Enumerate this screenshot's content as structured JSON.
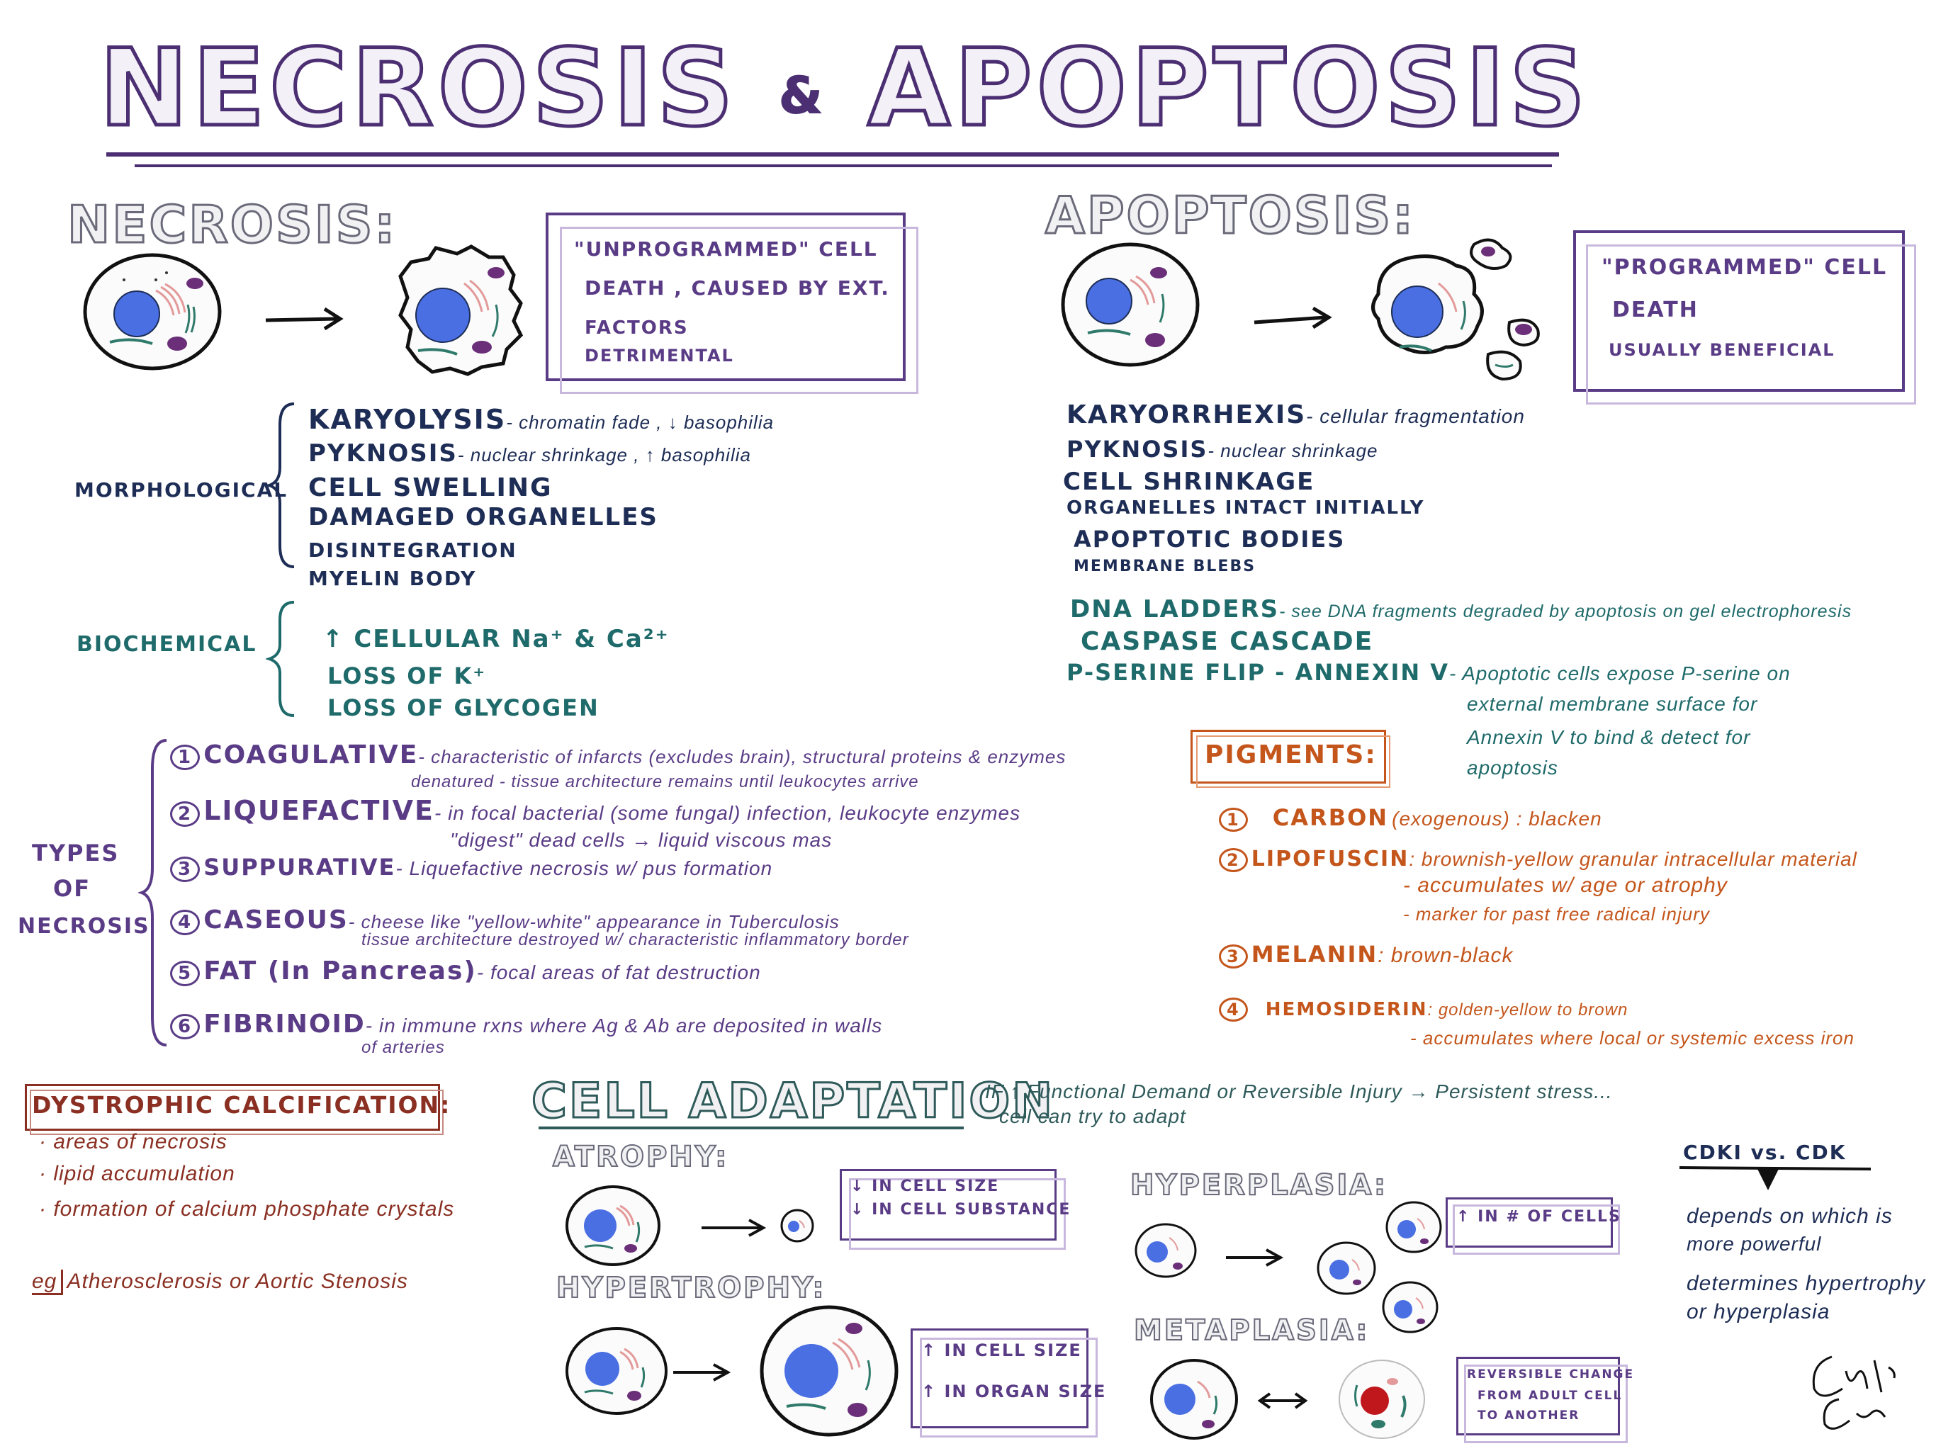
{
  "title": {
    "left": "NECROSIS",
    "amp": "&",
    "right": "APOPTOSIS"
  },
  "necrosis": {
    "heading": "NECROSIS:",
    "box": [
      "\"UNPROGRAMMED\" CELL",
      "DEATH , CAUSED BY EXT.",
      "FACTORS",
      "DETRIMENTAL"
    ],
    "morph_label": "MORPHOLOGICAL",
    "morph": [
      {
        "term": "KARYOLYSIS",
        "desc": "- chromatin fade , ↓ basophilia"
      },
      {
        "term": "PYKNOSIS",
        "desc": "- nuclear shrinkage , ↑ basophilia"
      },
      {
        "term": "CELL SWELLING",
        "desc": ""
      },
      {
        "term": "DAMAGED ORGANELLES",
        "desc": ""
      },
      {
        "term": "DISINTEGRATION",
        "desc": ""
      },
      {
        "term": "MYELIN BODY",
        "desc": ""
      }
    ],
    "bio_label": "BIOCHEMICAL",
    "bio": [
      "↑ CELLULAR Na⁺ & Ca²⁺",
      "LOSS OF K⁺",
      "LOSS OF GLYCOGEN"
    ]
  },
  "apoptosis": {
    "heading": "APOPTOSIS:",
    "box": [
      "\"PROGRAMMED\" CELL",
      "DEATH",
      "USUALLY BENEFICIAL"
    ],
    "morph": [
      {
        "term": "KARYORRHEXIS",
        "desc": "- cellular fragmentation"
      },
      {
        "term": "PYKNOSIS",
        "desc": "- nuclear shrinkage"
      },
      {
        "term": "CELL SHRINKAGE",
        "desc": ""
      },
      {
        "term": "ORGANELLES INTACT INITIALLY",
        "desc": ""
      },
      {
        "term": "APOPTOTIC BODIES",
        "desc": ""
      },
      {
        "term": "MEMBRANE BLEBS",
        "desc": ""
      }
    ],
    "bio": [
      {
        "term": "DNA LADDERS",
        "desc": "- see DNA fragments degraded by apoptosis on gel electrophoresis"
      },
      {
        "term": "CASPASE CASCADE",
        "desc": ""
      },
      {
        "term": "P-SERINE FLIP - ANNEXIN V",
        "desc": "- Apoptotic cells expose P-serine on"
      }
    ],
    "annexin_cont": [
      "external membrane surface for",
      "Annexin V to bind & detect for",
      "apoptosis"
    ]
  },
  "types": {
    "label": [
      "TYPES",
      "OF",
      "NECROSIS"
    ],
    "items": [
      {
        "num": "1",
        "term": "COAGULATIVE",
        "desc": "- characteristic of infarcts (excludes brain), structural proteins & enzymes",
        "sub": "denatured - tissue architecture remains until leukocytes arrive"
      },
      {
        "num": "2",
        "term": "LIQUEFACTIVE",
        "desc": "- in focal bacterial (some fungal) infection, leukocyte enzymes",
        "sub": "\"digest\" dead cells → liquid viscous mas"
      },
      {
        "num": "3",
        "term": "SUPPURATIVE",
        "desc": "- Liquefactive necrosis w/ pus formation",
        "sub": ""
      },
      {
        "num": "4",
        "term": "CASEOUS",
        "desc": "- cheese like \"yellow-white\" appearance in Tuberculosis",
        "sub": "tissue architecture destroyed w/ characteristic inflammatory border"
      },
      {
        "num": "5",
        "term": "FAT (In Pancreas)",
        "desc": "- focal areas of fat destruction",
        "sub": ""
      },
      {
        "num": "6",
        "term": "FIBRINOID",
        "desc": "- in immune rxns where Ag & Ab are deposited in walls",
        "sub": "of arteries"
      }
    ]
  },
  "pigments": {
    "heading": "PIGMENTS:",
    "items": [
      {
        "num": "1",
        "term": "CARBON",
        "desc": "(exogenous) : blacken",
        "subs": []
      },
      {
        "num": "2",
        "term": "LIPOFUSCIN",
        "desc": ": brownish-yellow granular intracellular material",
        "subs": [
          "- accumulates w/ age or atrophy",
          "- marker for past free radical injury"
        ]
      },
      {
        "num": "3",
        "term": "MELANIN",
        "desc": ": brown-black",
        "subs": []
      },
      {
        "num": "4",
        "term": "HEMOSIDERIN",
        "desc": ": golden-yellow to brown",
        "subs": [
          "- accumulates where local or systemic excess iron"
        ]
      }
    ]
  },
  "dystrophic": {
    "heading": "DYSTROPHIC CALCIFICATION:",
    "items": [
      "· areas of necrosis",
      "· lipid accumulation",
      "· formation of calcium phosphate crystals"
    ],
    "eg_label": "eg",
    "eg": "Atherosclerosis or Aortic Stenosis"
  },
  "adaptation": {
    "heading": "CELL ADAPTATION",
    "intro": [
      "IF ↑ Functional Demand or Reversible Injury → Persistent stress...",
      "cell can try to adapt"
    ],
    "atrophy": {
      "heading": "ATROPHY:",
      "box": [
        "↓ IN CELL SIZE",
        "↓ IN CELL SUBSTANCE"
      ]
    },
    "hypertrophy": {
      "heading": "HYPERTROPHY:",
      "box": [
        "↑ IN CELL SIZE",
        "↑ IN ORGAN SIZE"
      ]
    },
    "hyperplasia": {
      "heading": "HYPERPLASIA:",
      "box": [
        "↑ IN # OF CELLS"
      ]
    },
    "metaplasia": {
      "heading": "METAPLASIA:",
      "box": [
        "REVERSIBLE CHANGE",
        "FROM ADULT CELL",
        "TO ANOTHER"
      ]
    }
  },
  "cdk": {
    "heading": "CDKI vs. CDK",
    "lines": [
      "depends on which is",
      "more powerful",
      "determines hypertrophy",
      "or hyperplasia"
    ]
  },
  "colors": {
    "purple": "#5a3c86",
    "navy": "#1d2d55",
    "teal": "#1f6a6a",
    "orange": "#c4561c",
    "brown": "#8a2f22",
    "nucleus": "#4a6fe3",
    "cell_fill": "#fbfbfb"
  }
}
